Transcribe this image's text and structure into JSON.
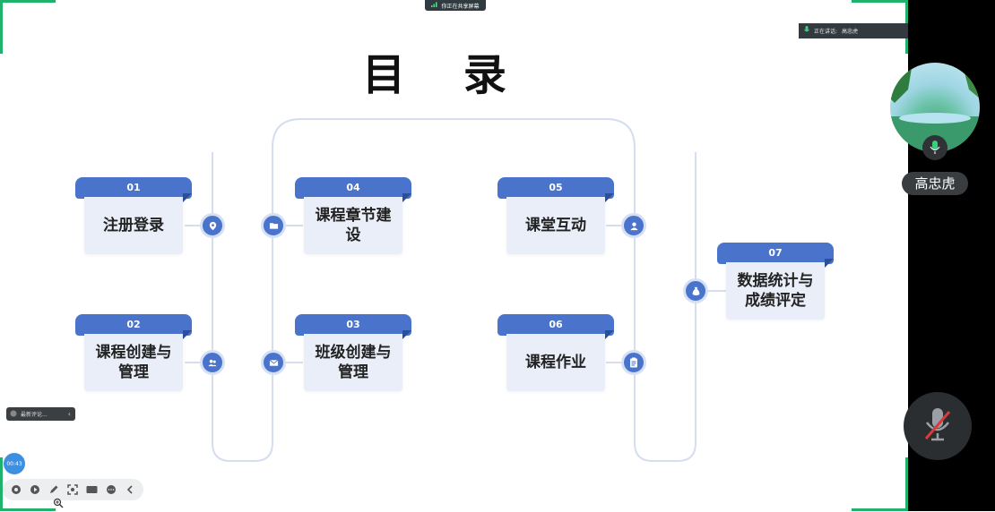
{
  "top_bar": {
    "label": "你正在共享屏幕"
  },
  "speaking_bar": {
    "label": "正在讲话:",
    "speaker": "高忠虎"
  },
  "slide": {
    "title": "目  录",
    "items": [
      {
        "num": "01",
        "label": "注册登录"
      },
      {
        "num": "02",
        "label": "课程创建与管理"
      },
      {
        "num": "03",
        "label": "班级创建与管理"
      },
      {
        "num": "04",
        "label": "课程章节建设"
      },
      {
        "num": "05",
        "label": "课堂互动"
      },
      {
        "num": "06",
        "label": "课程作业"
      },
      {
        "num": "07",
        "label": "数据统计与成绩评定"
      }
    ]
  },
  "participant": {
    "name": "高忠虎"
  },
  "note_pill": {
    "label": "最新评论..."
  },
  "time_bubble": {
    "label": "00:43"
  },
  "colors": {
    "accent": "#4a74cc",
    "card_bg": "#e9eef8",
    "green": "#1fb26a"
  },
  "toolbar": {
    "icons": [
      "record-icon",
      "play-icon",
      "pen-icon",
      "screenshot-icon",
      "camera-icon",
      "more-icon",
      "collapse-icon"
    ]
  }
}
